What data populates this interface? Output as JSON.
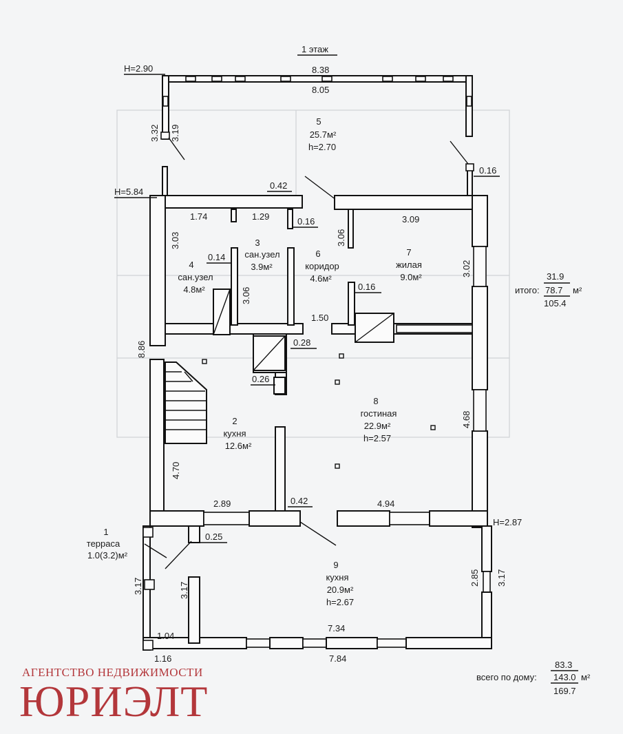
{
  "title": "1 этаж",
  "heights": {
    "top_left": "H=2.90",
    "mid_left": "H=5.84",
    "right": "H=2.87"
  },
  "dimensions": {
    "top_outer": "8.38",
    "top_inner": "8.05",
    "left_top_outer": "3.32",
    "left_top_inner": "3.19",
    "right_top_stub": "0.16",
    "wall_042_top": "0.42",
    "wall_016_a": "0.16",
    "room4_width": "1.74",
    "room3_width": "1.29",
    "room7_width": "3.09",
    "corridor_306": "3.06",
    "room4_height": "3.03",
    "room3_height": "3.06",
    "room7_height": "3.02",
    "wall_014": "0.14",
    "wall_016_b": "0.16",
    "opening_150": "1.50",
    "wall_028": "0.28",
    "wall_026": "0.26",
    "left_total": "8.86",
    "kitchen_height": "4.70",
    "living_height": "4.68",
    "kitchen_width": "2.89",
    "wall_042_mid": "0.42",
    "living_width": "4.94",
    "wall_025": "0.25",
    "terrace_height": "3.17",
    "kitchen9_left_height": "3.17",
    "kitchen9_right_inner": "2.85",
    "kitchen9_right_outer": "3.17",
    "kitchen9_inner_width": "7.34",
    "terrace_inner_width": "1.04",
    "terrace_outer_width": "1.16",
    "bottom_total": "7.84"
  },
  "rooms": [
    {
      "num": "1",
      "name": "терраса",
      "area": "1.0(3.2)м²"
    },
    {
      "num": "2",
      "name": "кухня",
      "area": "12.6м²"
    },
    {
      "num": "3",
      "name": "сан.узел",
      "area": "3.9м²"
    },
    {
      "num": "4",
      "name": "сан.узел",
      "area": "4.8м²"
    },
    {
      "num": "5",
      "name": "",
      "area": "25.7м²",
      "height": "h=2.70"
    },
    {
      "num": "6",
      "name": "коридор",
      "area": "4.6м²"
    },
    {
      "num": "7",
      "name": "жилая",
      "area": "9.0м²"
    },
    {
      "num": "8",
      "name": "гостиная",
      "area": "22.9м²",
      "height": "h=2.57"
    },
    {
      "num": "9",
      "name": "кухня",
      "area": "20.9м²",
      "height": "h=2.67"
    }
  ],
  "totals": {
    "floor": {
      "label": "итого:",
      "top": "31.9",
      "main": "78.7",
      "unit": "м²",
      "bottom": "105.4"
    },
    "house": {
      "label": "всего по дому:",
      "top": "83.3",
      "main": "143.0",
      "unit": "м²",
      "bottom": "169.7"
    }
  },
  "brand": {
    "tagline": "АГЕНТСТВО НЕДВИЖИМОСТИ",
    "name": "ЮРИЭЛТ",
    "color": "#b3373b"
  }
}
